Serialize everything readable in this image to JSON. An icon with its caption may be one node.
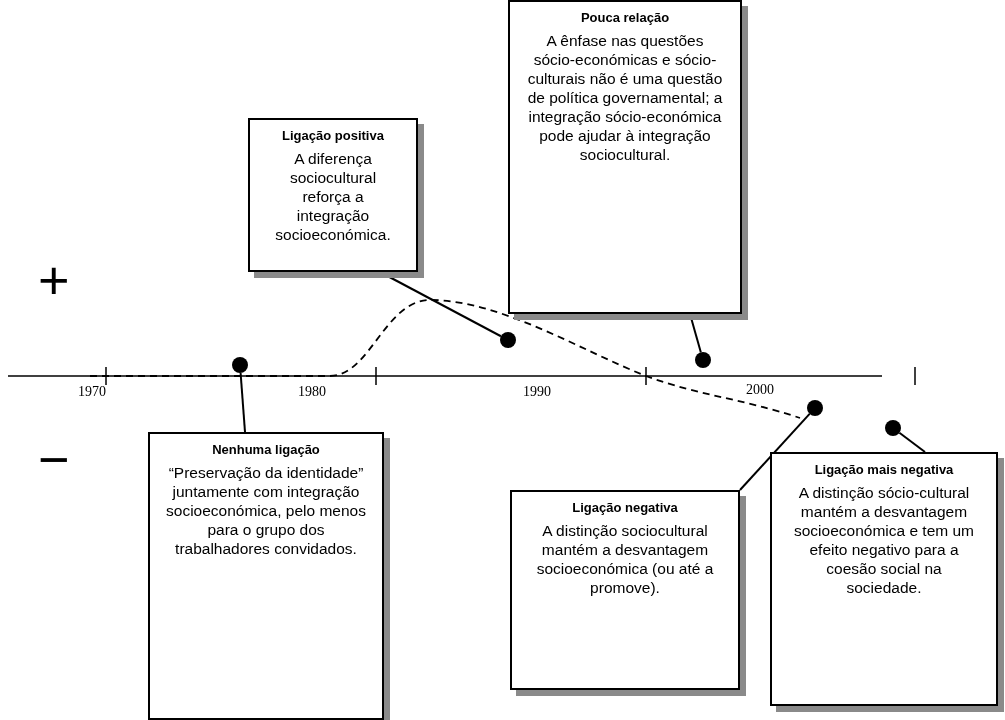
{
  "diagram": {
    "nodes": [
      {
        "text": [
          "Pouca relação",
          "A ênfase nas questões sócio-económicas e sócio-culturais não é uma questão de política governamental; a integração sócio-económica pode ajudar à integração sociocultural."
        ]
      },
      {
        "text": [
          "Ligação positiva",
          "A diferença sociocultural reforça a integração socioeconómica."
        ]
      },
      {
        "text": [
          "Nenhuma ligação",
          "“Preservação da identidade” juntamente com integração socioeconómica, pelo menos para o grupo dos trabalhadores convidados."
        ]
      },
      {
        "text": [
          "Ligação negativa",
          "A distinção sociocultural mantém a desvantagem socioeconómica (ou até a promove)."
        ]
      },
      {
        "text": [
          "Ligação mais negativa",
          "A distinção sócio-cultural mantém a desvantagem socioeconómica e tem um efeito negativo para a coesão social na sociedade."
        ]
      },
      {
        "text": [],
        "shape": "circle"
      },
      {
        "text": [],
        "shape": "circle"
      },
      {
        "text": [],
        "shape": "circle"
      },
      {
        "text": [],
        "shape": "circle"
      },
      {
        "text": [],
        "shape": "circle"
      }
    ],
    "edges": [
      {
        "from": 0,
        "to": 7,
        "arrow": "none"
      },
      {
        "from": 1,
        "to": 6,
        "arrow": "none"
      },
      {
        "from": 2,
        "to": 5,
        "arrow": "none"
      },
      {
        "from": 3,
        "to": 8,
        "arrow": "none"
      },
      {
        "from": 4,
        "to": 9,
        "arrow": "none"
      }
    ],
    "labels": [
      "+",
      "−",
      "1970",
      "1980",
      "1990",
      "2000"
    ]
  }
}
